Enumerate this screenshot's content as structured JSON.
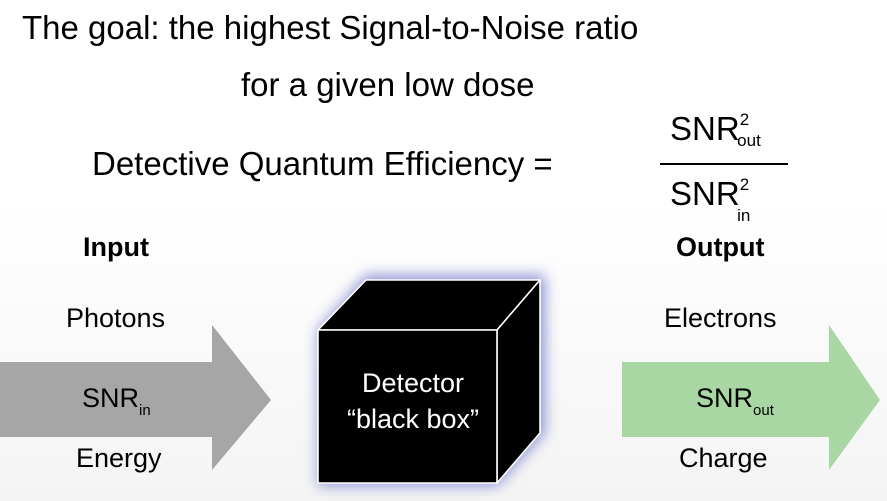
{
  "title": {
    "line1": "The goal: the highest Signal-to-Noise ratio",
    "line2": "for a given low dose"
  },
  "equation": {
    "lhs": "Detective Quantum Efficiency =",
    "numerator": {
      "base": "SNR",
      "sup": "2",
      "sub": "out"
    },
    "denominator": {
      "base": "SNR",
      "sup": "2",
      "sub": "in"
    }
  },
  "input": {
    "heading": "Input",
    "top_label": "Photons",
    "snr": {
      "base": "SNR",
      "sub": "in"
    },
    "bottom_label": "Energy",
    "arrow_color": "#a6a6a6"
  },
  "detector": {
    "line1": "Detector",
    "line2": "“black box”",
    "face_color": "#000000",
    "edge_color": "#ffffff",
    "glow_color": "#8f95d6"
  },
  "output": {
    "heading": "Output",
    "top_label": "Electrons",
    "snr": {
      "base": "SNR",
      "sub": "out"
    },
    "bottom_label": "Charge",
    "arrow_color": "#a9d7a3"
  }
}
